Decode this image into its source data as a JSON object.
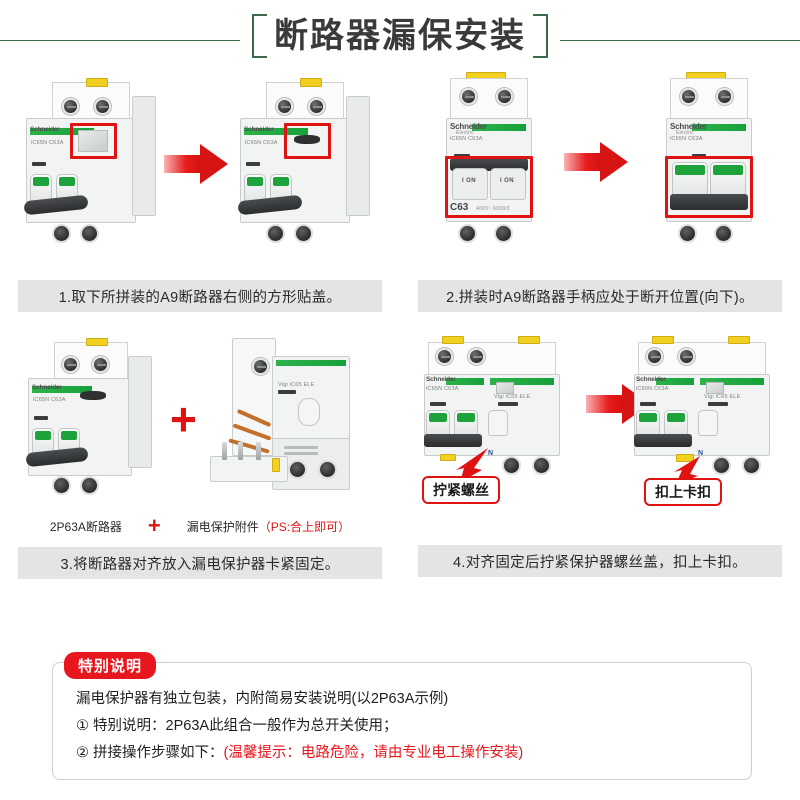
{
  "title": {
    "text": "断路器漏保安装"
  },
  "steps": [
    {
      "caption": "1.取下所拼装的A9断路器右侧的方形贴盖。"
    },
    {
      "caption": "2.拼装时A9断路器手柄应处于断开位置(向下)。"
    },
    {
      "caption": "3.将断路器对齐放入漏电保护器卡紧固定。"
    },
    {
      "caption": "4.对齐固定后拧紧保护器螺丝盖，扣上卡扣。"
    }
  ],
  "device_labels": {
    "brand": "Schneider",
    "brand_sub": "Electric",
    "model_a9": "iC65N   C63A",
    "model_vigi": "Vigi iC65 ELE",
    "handle_on": "I ON",
    "rating": "C63",
    "rating_small": "400V~  6000/3",
    "neutral": "N"
  },
  "product_row": {
    "left_label": "2P63A断路器",
    "plus": "+",
    "right_label": "漏电保护附件",
    "right_note": "（PS:合上即可）"
  },
  "callouts": {
    "screw": "拧紧螺丝",
    "clip": "扣上卡扣"
  },
  "notice": {
    "badge": "特别说明",
    "line1": "漏电保护器有独立包装，内附简易安装说明(以2P63A示例)",
    "line2": "① 特别说明：2P63A此组合一般作为总开关使用；",
    "line3_prefix": "② 拼接操作步骤如下：",
    "line3_warn": "(温馨提示：电路危险，请由专业电工操作安装)"
  },
  "colors": {
    "accent_red": "#e01313",
    "brand_green": "#1ea33c",
    "title_green": "#3c6b4a",
    "caption_bg": "#e4e4e4"
  }
}
